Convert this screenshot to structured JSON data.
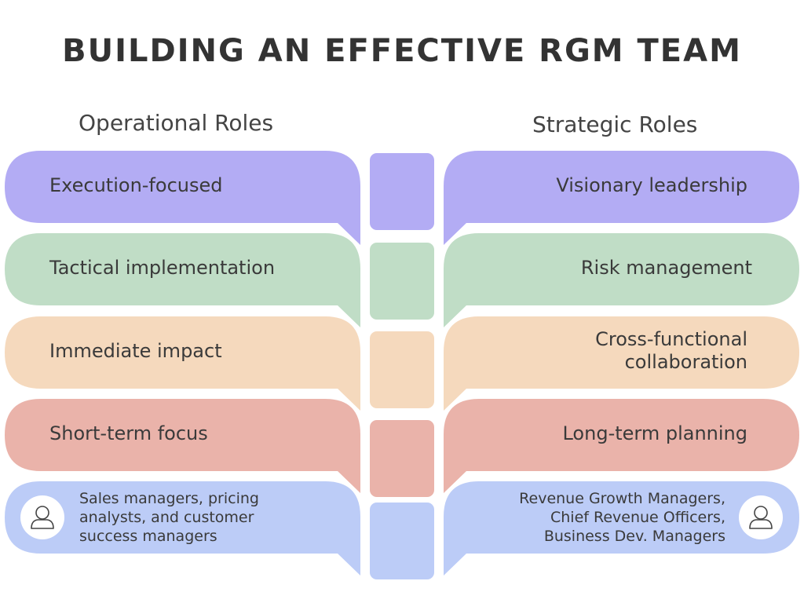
{
  "title": "BUILDING AN EFFECTIVE RGM TEAM",
  "left_heading": "Operational Roles",
  "right_heading": "Strategic Roles",
  "colors": {
    "purple": "#b3acf4",
    "green": "#c0ddc6",
    "peach": "#f5d9bd",
    "rose": "#eab3aa",
    "blue": "#bcccf7"
  },
  "rows": [
    {
      "left": "Execution-focused",
      "right": "Visionary leadership",
      "color": "#b3acf4"
    },
    {
      "left": "Tactical implementation",
      "right": "Risk management",
      "color": "#c0ddc6"
    },
    {
      "left": "Immediate impact",
      "right_line1": "Cross-functional",
      "right_line2": "collaboration",
      "color": "#f5d9bd"
    },
    {
      "left": "Short-term focus",
      "right": "Long-term planning",
      "color": "#eab3aa"
    }
  ],
  "people": {
    "left_line1": "Sales managers, pricing",
    "left_line2": "analysts, and customer",
    "left_line3": "success managers",
    "right_line1": "Revenue Growth Managers,",
    "right_line2": "Chief Revenue Officers,",
    "right_line3": "Business Dev. Managers",
    "color": "#bcccf7",
    "icon": "person-icon"
  }
}
